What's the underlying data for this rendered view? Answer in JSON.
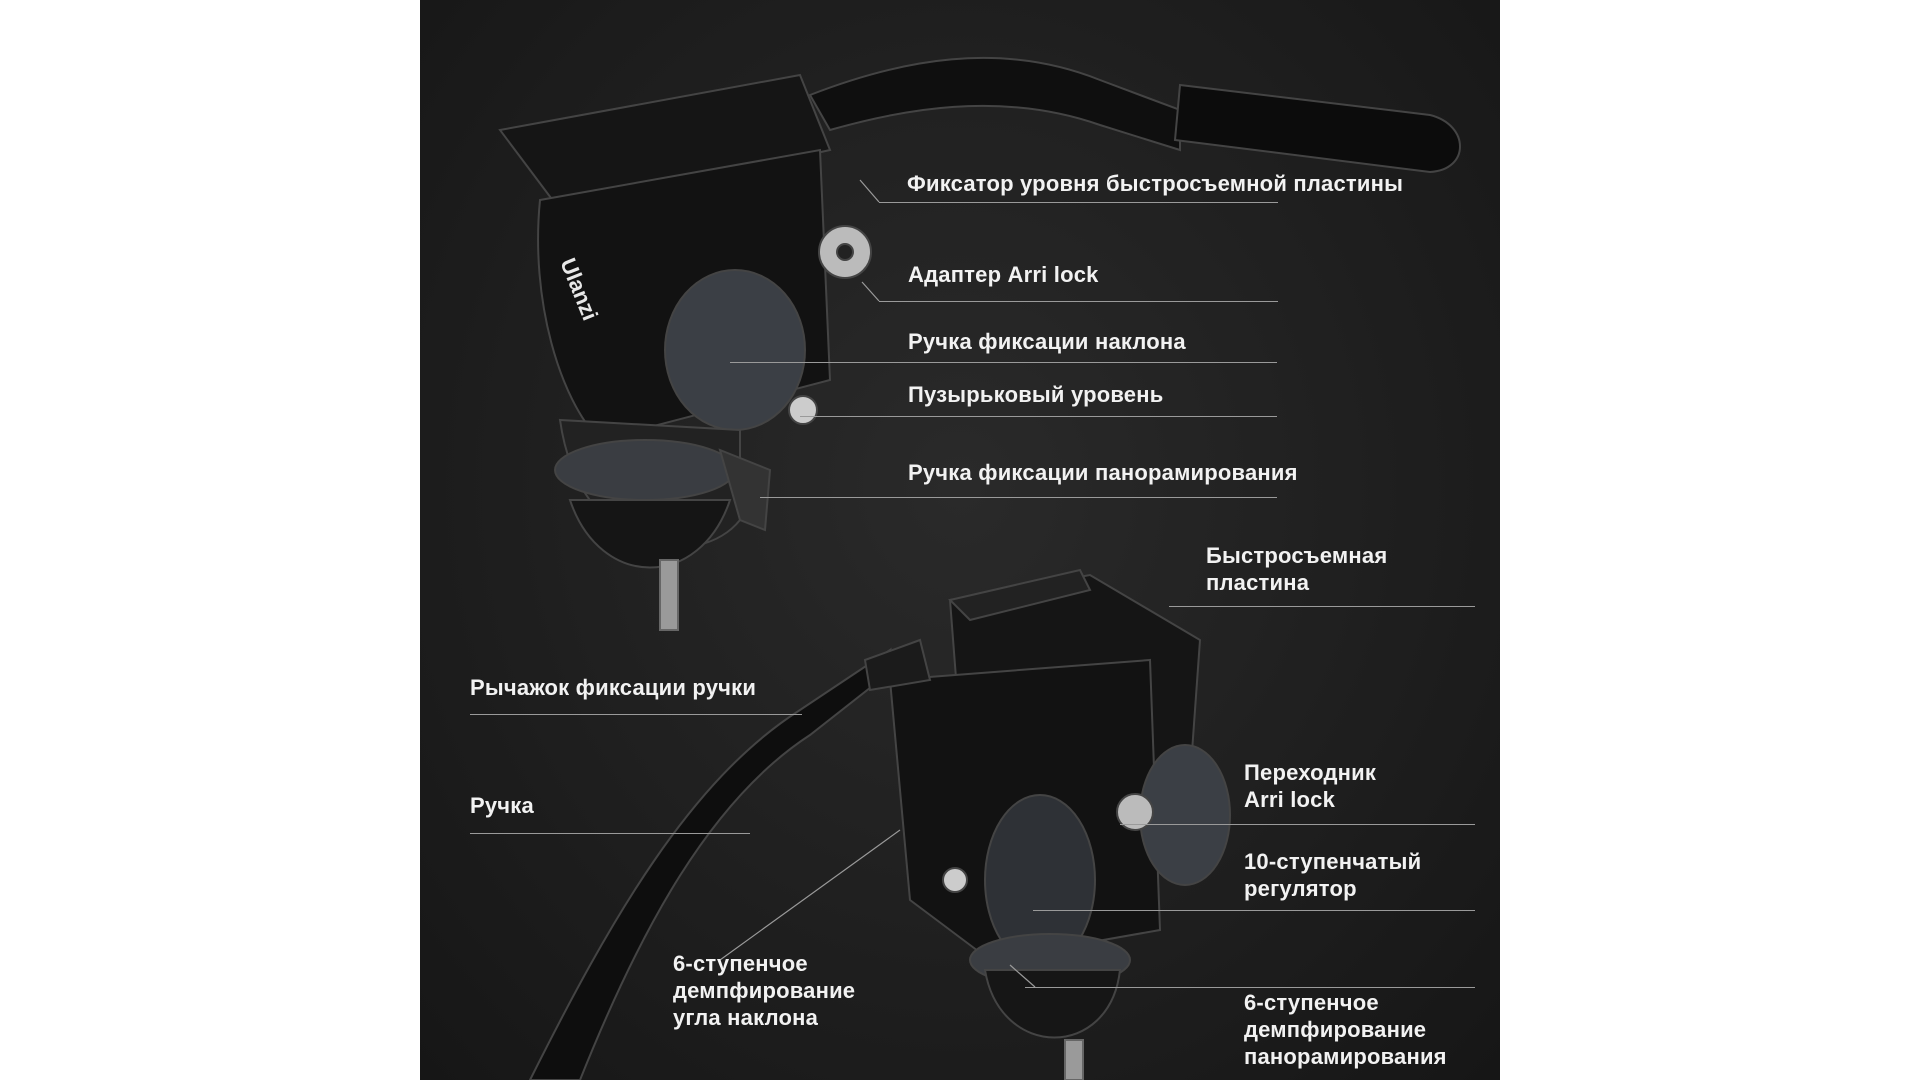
{
  "product": {
    "brand": "Ulanzi"
  },
  "colors": {
    "background": "#1c1c1c",
    "label": "#f2f2f2",
    "leader": "#9a9a9a"
  },
  "top_view": {
    "labels": [
      "Фиксатор уровня быстросъемной пластины",
      "Адаптер Arri lock",
      "Ручка фиксации наклона",
      "Пузырьковый уровень",
      "Ручка фиксации панорамирования"
    ]
  },
  "bottom_view": {
    "quick_release_plate": [
      "Быстросъемная",
      "пластина"
    ],
    "handle_lock_lever": "Рычажок фиксации ручки",
    "handle": "Ручка",
    "tilt_damping": [
      "6-ступенчое",
      "демпфирование",
      "угла наклона"
    ],
    "arri_adapter": [
      "Переходник",
      "Arri lock"
    ],
    "regulator": [
      "10-ступенчатый",
      "регулятор"
    ],
    "pan_damping": [
      "6-ступенчое",
      "демпфирование",
      "панорамирования"
    ]
  }
}
